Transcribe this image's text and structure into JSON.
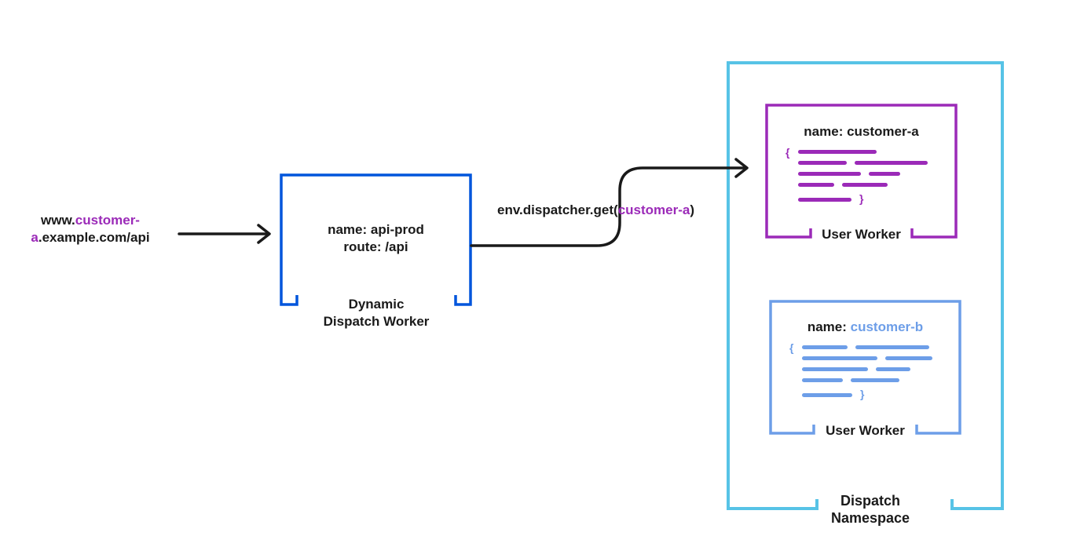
{
  "colors": {
    "ink": "#1a1a1a",
    "purple": "#9b2ab8",
    "blue": "#0055dc",
    "cyan": "#57c3e6",
    "cornflower": "#6d9ee8"
  },
  "request_url": {
    "line1_plain": "www.",
    "line1_highlight": "customer-",
    "line2_highlight": "a",
    "line2_plain": ".example.com/api"
  },
  "dispatch_worker": {
    "line1": "name: api-prod",
    "line2": "route: /api",
    "caption_line1": "Dynamic",
    "caption_line2": "Dispatch Worker"
  },
  "dispatch_call": {
    "prefix": "env.dispatcher.get(",
    "param": "customer-a",
    "suffix": ")"
  },
  "worker_a": {
    "name_label": "name: customer-a",
    "caption": "User Worker"
  },
  "worker_b": {
    "name_prefix": "name: ",
    "name_value": "customer-b",
    "caption": "User Worker"
  },
  "namespace": {
    "caption_line1": "Dispatch",
    "caption_line2": "Namespace"
  },
  "code_glyphs": {
    "open": "{",
    "close": "}"
  }
}
